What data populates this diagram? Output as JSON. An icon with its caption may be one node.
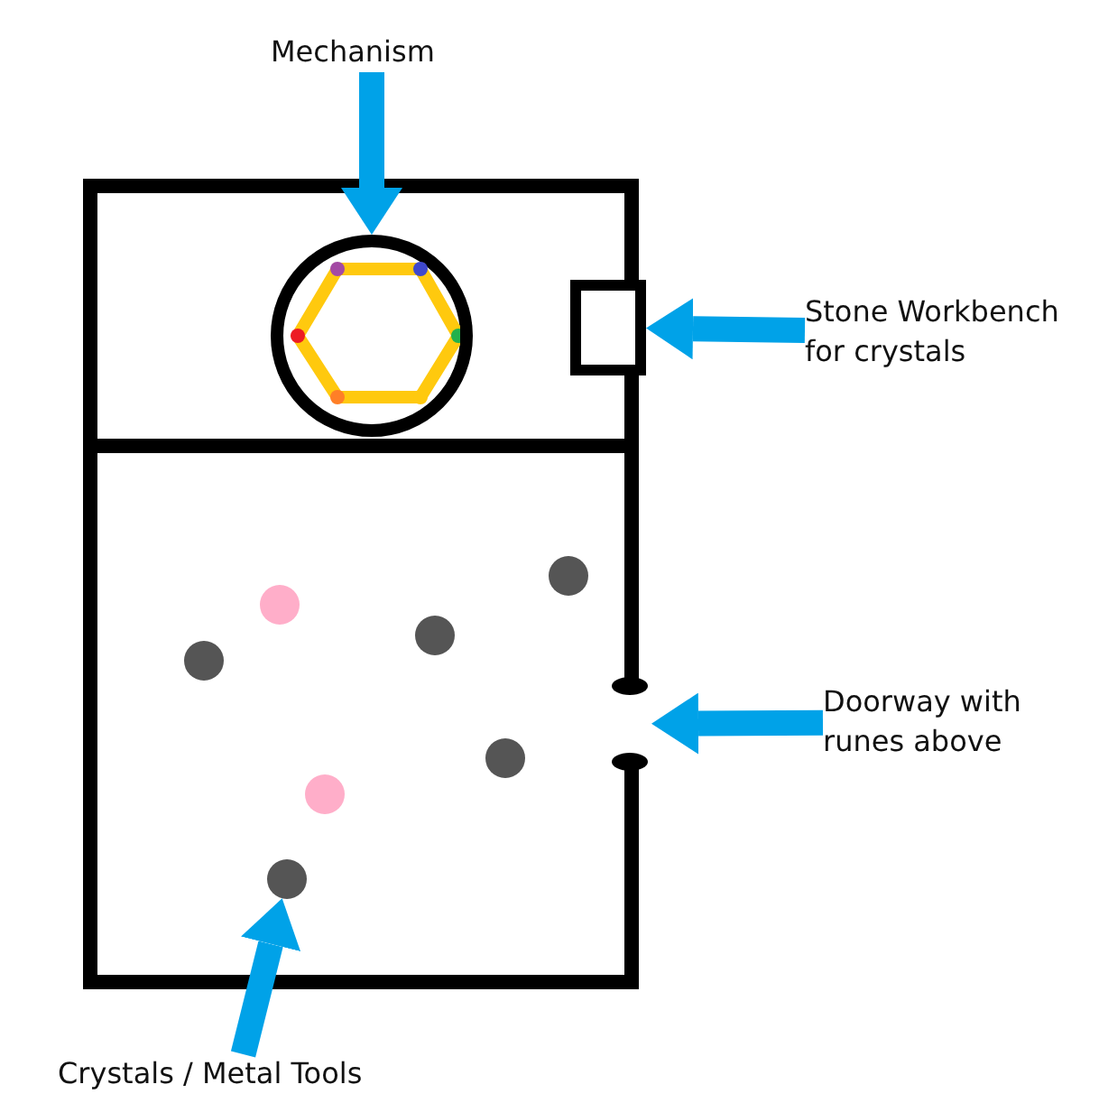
{
  "diagram": {
    "nodes": [
      {
        "text": [
          "Mechanism"
        ]
      },
      {
        "text": [],
        "shape": "box"
      },
      {
        "text": [],
        "shape": "circle",
        "in": 1
      },
      {
        "text": [],
        "shape": "box",
        "in": 1
      },
      {
        "text": [
          "Stone Workbench for crystals"
        ]
      },
      {
        "text": [],
        "shape": "box"
      },
      {
        "text": [],
        "shape": "circle",
        "in": 5
      },
      {
        "text": [],
        "shape": "circle",
        "in": 5
      },
      {
        "text": [],
        "shape": "circle",
        "in": 5
      },
      {
        "text": [],
        "shape": "circle",
        "in": 5
      },
      {
        "text": [],
        "shape": "circle",
        "in": 5
      },
      {
        "text": [],
        "shape": "circle",
        "in": 5
      },
      {
        "text": [],
        "shape": "circle",
        "in": 5
      },
      {
        "text": [],
        "shape": "bar"
      },
      {
        "text": [
          "Doorway with runes above"
        ]
      },
      {
        "text": [
          "Crystals / Metal Tools"
        ]
      }
    ],
    "edges": [
      {
        "from": 0,
        "to": 2,
        "arrow": "to"
      },
      {
        "from": 4,
        "to": 3,
        "arrow": "to"
      },
      {
        "from": 14,
        "to": 13,
        "arrow": "to"
      },
      {
        "from": 15,
        "to": 12,
        "arrow": "to"
      }
    ]
  }
}
